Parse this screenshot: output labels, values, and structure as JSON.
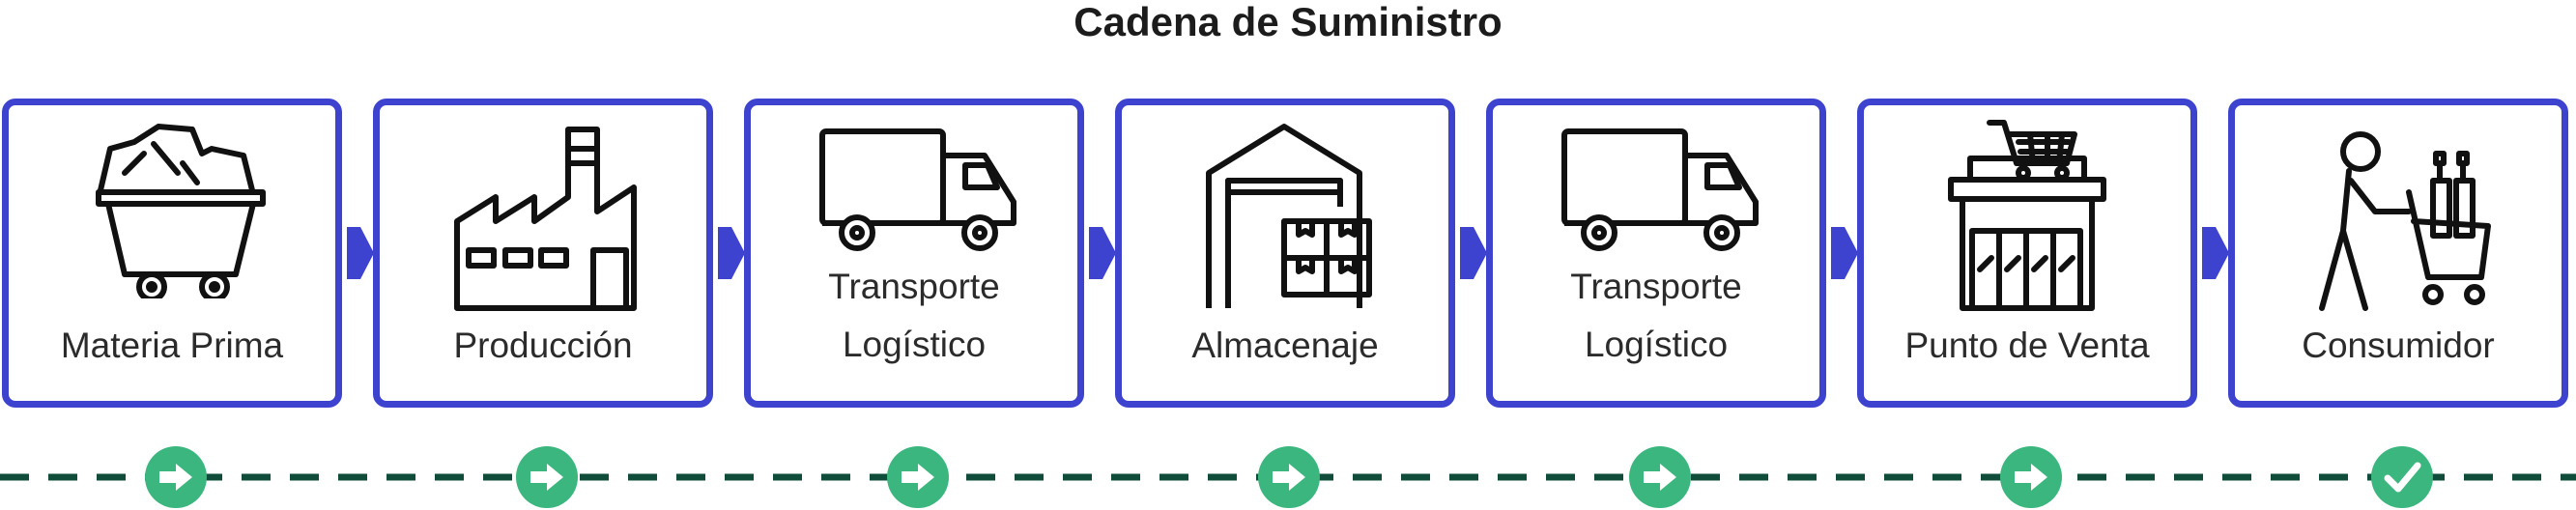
{
  "title": "Cadena de Suministro",
  "stages": [
    {
      "lines": [
        "Materia Prima"
      ],
      "icon": "mine-cart-icon"
    },
    {
      "lines": [
        "Producción"
      ],
      "icon": "factory-icon"
    },
    {
      "lines": [
        "Transporte",
        "Logístico"
      ],
      "icon": "truck-icon"
    },
    {
      "lines": [
        "Almacenaje"
      ],
      "icon": "warehouse-icon"
    },
    {
      "lines": [
        "Transporte",
        "Logístico"
      ],
      "icon": "truck-icon"
    },
    {
      "lines": [
        "Punto de Venta"
      ],
      "icon": "store-icon"
    },
    {
      "lines": [
        "Consumidor"
      ],
      "icon": "shopper-icon"
    }
  ],
  "progress_markers": [
    "arrow-icon",
    "arrow-icon",
    "arrow-icon",
    "arrow-icon",
    "arrow-icon",
    "arrow-icon",
    "check-icon"
  ],
  "colors": {
    "card_border": "#3e43cf",
    "track": "#0f4d3a",
    "marker": "#3bb67e",
    "icon_stroke": "#111111"
  }
}
